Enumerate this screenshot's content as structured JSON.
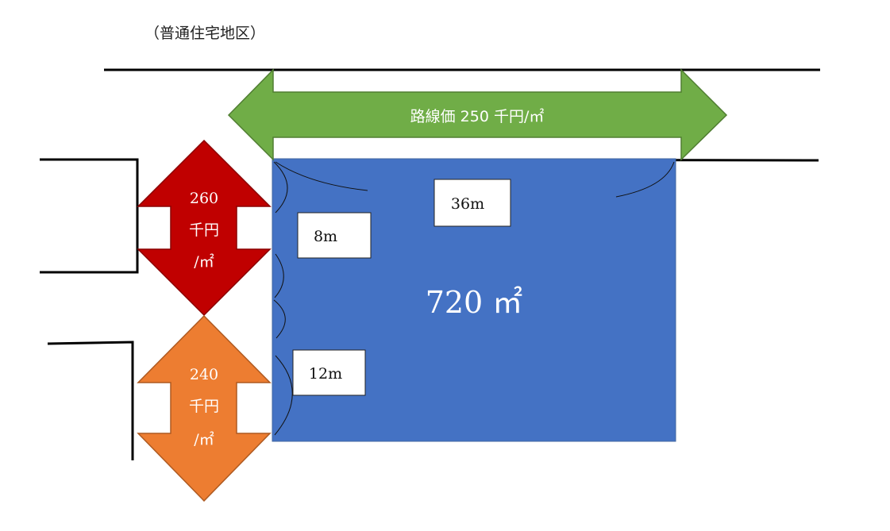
{
  "district_label": "（普通住宅地区）",
  "front_road": {
    "label": "路線価 250 千円/㎡",
    "color": "#70ad47"
  },
  "side_road_upper": {
    "line1": "260",
    "line2": "千円",
    "line3": "/㎡",
    "color": "#c00000"
  },
  "side_road_lower": {
    "line1": "240",
    "line2": "千円",
    "line3": "/㎡",
    "color": "#ed7d31"
  },
  "lot": {
    "area_label": "720 ㎡",
    "color": "#4472c4"
  },
  "dimensions": {
    "frontage": "36m",
    "side_upper": "8m",
    "side_lower": "12m"
  }
}
